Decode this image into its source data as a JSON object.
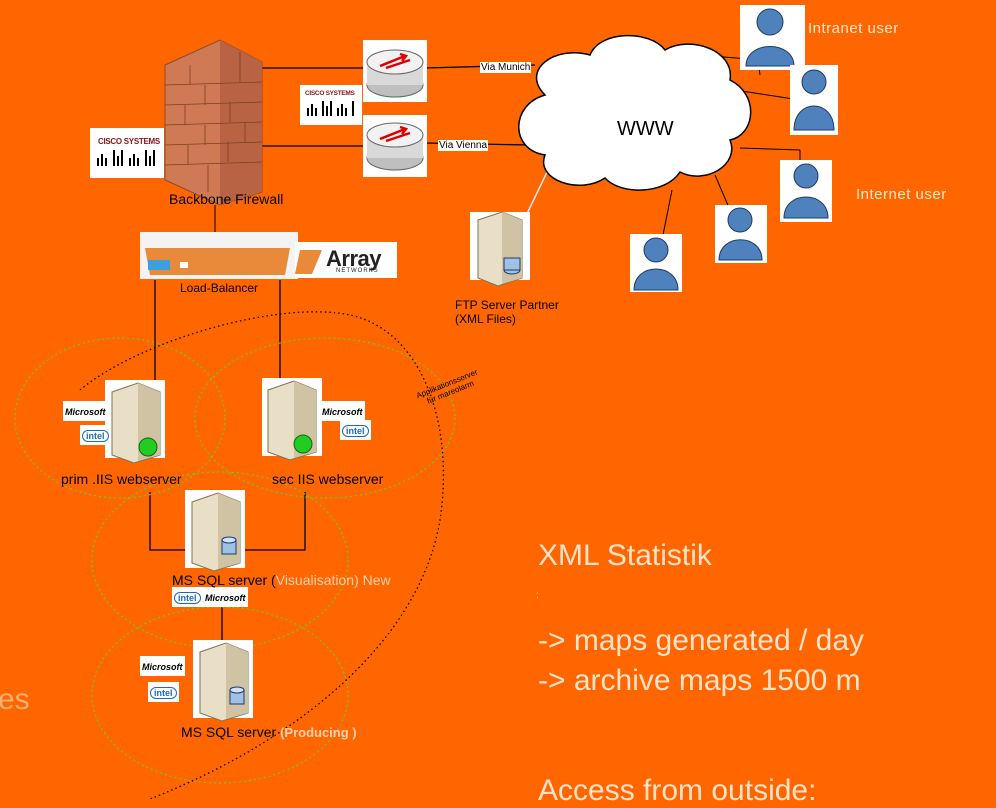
{
  "labels": {
    "intranet_user": "Intranet user",
    "internet_user": "Internet user",
    "via_munich": "Via Munich",
    "via_vienna": "Via Vienna",
    "www": "WWW",
    "backbone_firewall": "Backbone Firewall",
    "load_balancer": "Load-Balancer",
    "ftp_server_line1": "FTP Server Partner",
    "ftp_server_line2": "(XML Files)",
    "prim_webserver": "prim  .IIS webserver",
    "sec_webserver": "sec IIS  webserver",
    "app_server_line1": "Applikationsserver",
    "app_server_line2": "für mareolarm",
    "sql_vis_prefix": "MS SQL server (",
    "sql_vis_highlight": "Visualisation) New",
    "sql_prod_prefix": "MS SQL server ",
    "sql_prod_highlight": "(Producing )",
    "cisco": "CISCO SYSTEMS",
    "microsoft": "Microsoft",
    "intel": "intel",
    "array": "Array",
    "array_sub": "NETWORKS"
  },
  "stats": {
    "title": "XML Statistik",
    "colon": ":",
    "line1": "->  maps generated / day",
    "line2": "->  archive maps 1500 m",
    "access": "Access from outside:"
  },
  "left_fragment": "es",
  "colors": {
    "background": "#FF6600",
    "line": "#000000",
    "green_dotted": "#66CC33",
    "user_blue": "#4F81BD",
    "server_beige": "#E9DFC6"
  }
}
